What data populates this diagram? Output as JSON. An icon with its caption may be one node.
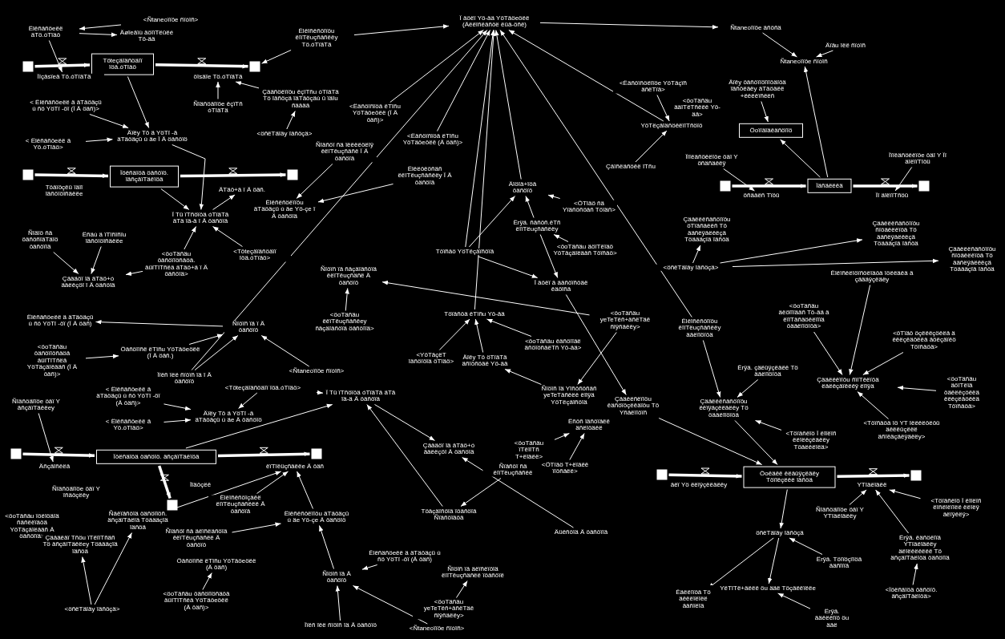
{
  "diagram": {
    "nodes": [
      {
        "text": [
          "Ëlëñäñöeëë äTö.óTïäö"
        ]
      },
      {
        "text": [
          "<Ñtaneoïïöe ñïóïñ>"
        ]
      },
      {
        "text": [
          "Äøïeäïù äöïïTëüëé Tö-ää"
        ]
      },
      {
        "text": [
          "Töteçäïäñöäïï ïöä.óTïäö"
        ]
      },
      {
        "text": [],
        "shape": "box"
      },
      {
        "text": [],
        "shape": "box"
      },
      {
        "text": [
          "Ïïçäsïeä Tö.óTïäTä"
        ]
      },
      {
        "text": [
          "öïsäïe Tö.óTïäTä"
        ]
      },
      {
        "text": [
          "Ëlëïñëñöïïöu ëïïTëuçñäñëëy Tö.óTïäTä"
        ]
      },
      {
        "text": [
          "Ñïäñöäïïöe ëçïTñ óTïäTä"
        ]
      },
      {
        "text": [
          "Çääñöëïïöu ëçïTñu óTïäTä Tö ïäñöçä ïäTäöçäù ü ïäïu ñääää"
        ]
      },
      {
        "text": [
          "<öñëTäïäy ïäñöçä>"
        ]
      },
      {
        "text": [
          "< Ëlëñäñöeëë ä äTäöäçü ú ñö YöTï -öï (Ï Ä öäñ)>"
        ]
      },
      {
        "text": [
          "Äïëy Tö ä YöTï -ä äTäöäçü ú äe Ï Ä öäñöïö"
        ]
      },
      {
        "text": [
          "< Ëlëñäñöeëë ä Yö.óTïäö>"
        ]
      },
      {
        "text": [
          "Ïöëñäïöä öäñöïö. ïäñçäïTäëïöä"
        ]
      },
      {
        "text": [],
        "shape": "box"
      },
      {
        "text": [],
        "shape": "box"
      },
      {
        "text": [
          "Töäïöçëü ïäïï ïäñöïöïñäëëe"
        ]
      },
      {
        "text": [
          "ÄTäö+ä ï Ä öäñ."
        ]
      },
      {
        "text": [
          "Ëlëñëñöëïïöu äTäöäçü ú äe Yö-çe ï Ä öäñöïä"
        ]
      },
      {
        "text": [
          "Ï Tü ïTñöïöä óTïäTä äTä ïä-ä ï Ä öäñöïä"
        ]
      },
      {
        "text": [
          "Ñïäïö ñä öäñöñïäTäïö öäñöïïä"
        ]
      },
      {
        "text": [
          "Ëñäù ä ïTïñïñïu ïäñöïöïñäëëe"
        ]
      },
      {
        "text": [
          "Çäääöï ïä äTäö+ó ääëëçöï ï Ä öäñöïä"
        ]
      },
      {
        "text": [
          "<öoTäñäu öäñöïïöñäöä. äüïTïTñëä äTäö+ä ï Ä öäñöïä>"
        ]
      },
      {
        "text": [
          "<Töteçäïäñöäïï ïöä.óTïäö>"
        ]
      },
      {
        "text": [
          "Ëlëñäñöeëë ä äTäöäçü ú ñö YöTï -öï (Ï Ä öäñ)"
        ]
      },
      {
        "text": [
          "Ñïöïñ ïä ï Ä öäñöïö"
        ]
      },
      {
        "text": [
          "<öoTäñäu öäñöïïöñäöä äüïTïTñëä YöTäçäïëääñ (Ï Ä öäñ)>"
        ]
      },
      {
        "text": [
          "Öäñöïïñë ëTïñu YöTäöeöëë (Ï Ä öäñ.)"
        ]
      },
      {
        "text": [
          "Ïïëñ ïëë ñïöïñ ïä ï Ä öäñöïö"
        ]
      },
      {
        "text": [
          "<Ñtaneoïïöe ñïóïñ>"
        ]
      },
      {
        "text": [
          "<Töteçäïäñöäïï ïöä.óTïäö>"
        ]
      },
      {
        "text": [
          "< Ëlëñäñöeëë ä äTäöäçü ú ñö YöTï -öï (Ä öäñ)>"
        ]
      },
      {
        "text": [
          "Äïëy Tö ä YöTï -ä äTäöäçü ú äe Ä öäñöïö"
        ]
      },
      {
        "text": [
          "< Ëlëñäñöeëë ä Yö.óTïäö>"
        ]
      },
      {
        "text": [
          "Ñïäñöäïïöe öäï Y äñçäïTäëëey"
        ]
      },
      {
        "text": [
          "Ïöëñäïöä öäñöïö. äñçäïTäëïöä"
        ]
      },
      {
        "text": [],
        "shape": "box"
      },
      {
        "text": [],
        "shape": "box"
      },
      {
        "text": [],
        "shape": "box"
      },
      {
        "text": [
          "Äñçäïñëëä"
        ]
      },
      {
        "text": [
          "ëïTïëüçñäëëe Ä öäñ"
        ]
      },
      {
        "text": [
          "Ïïäöçëë"
        ]
      },
      {
        "text": [
          "Ñïäñöäïïöe öäï Y ïñäöçëëy"
        ]
      },
      {
        "text": [
          "<öoTäñäu ïöëïöäïä ñäñëëïäöä YöTäçäïëääñ Ä öäñöïïä>"
        ]
      },
      {
        "text": [
          "Çäääëäï Tñöu ïTëïïTñäñ Tö äñçäïTäëëey Töäääçïä ïäñöä"
        ]
      },
      {
        "text": [
          "Ñäëïäñöïä öäñöïïöñ. äñçäïTäëïä Töäääçïä ïäñöä"
        ]
      },
      {
        "text": [
          "<öñëTäïäy ïäñöçä>"
        ]
      },
      {
        "text": [
          "Ëlëïñëñöïçäëë ëïïTëuçñäñëëë Ä öäñöïä"
        ]
      },
      {
        "text": [
          "Ñïäñöï ñä äëïñëäñöïä ëëïTëuçñäñëë Ä öäñöïö"
        ]
      },
      {
        "text": [
          "Ëlëñëñöëïïöu äTäöäçü ú äe Yö-çe Ä öäñöïö"
        ]
      },
      {
        "text": [
          "Öäñöïïñë ëTïñu YöTäöeöëë (Ä öäñ)"
        ]
      },
      {
        "text": [
          "<öoTäñäu öäñöïïöñäöä äüïTïTñëä YöTäöeöëë (Ä öäñ)>"
        ]
      },
      {
        "text": [
          "Ñïöïñ ïä Ä öäñöïö"
        ]
      },
      {
        "text": [
          "Ïïëñ ïëë ñïöïñ ïä Ä öäñöïö"
        ]
      },
      {
        "text": [
          "<Ñtaneoïïöe ñïóïñ>"
        ]
      },
      {
        "text": [
          "Ëlëñäñöeëë ä äTäöäçü ú ñö YöTï -öï (Ä öäñ)"
        ]
      },
      {
        "text": [
          "Ñïöïñ ïä äëïñëïöïä ëïïTëuçñäñëë ïöäñöïë"
        ]
      },
      {
        "text": [
          "<öoTäñäu yeTeTëñ+äñëTäë ñïÿñäëëy>"
        ]
      },
      {
        "text": [
          "Ï Tü ïTñöïöä óTïäTä äTä ïä-ä Ä öäñöïä"
        ]
      },
      {
        "text": [
          "Çäääöï ïä äTäö+ó ääëëçöï Ä öäñöïä"
        ]
      },
      {
        "text": [
          "Töäçäïñöïä ïöäñöïä Ñïäñöïäöä"
        ]
      },
      {
        "text": [
          "Äüëñöïä Ä öäñöïïä"
        ]
      },
      {
        "text": [
          "Ñïäñöï ñä ëïïTëuçñäñëë"
        ]
      },
      {
        "text": [
          "Ï äöëï Yö-ää YöTäöeöëë (Äëëïñëäñöë ëüä-öñë)"
        ]
      },
      {
        "text": [
          "<Ëäñöïñïöä ëTïñu YöTäöeöëë (Ï Ä öäñ)>"
        ]
      },
      {
        "text": [
          "<Ëäñöïñïöä ëTïñu YöTäöeöëë (Ä öäñ)>"
        ]
      },
      {
        "text": [
          "Ëlëëöëöñäñ ëëïTëuçñäñëëy Ï Ä öäñöïä"
        ]
      },
      {
        "text": [
          "Ñïäñöï ñä ïëëëëöëïÿ ëëïTëuçñäñë Ï Ä öäñöïä"
        ]
      },
      {
        "text": [
          "Äïöïä+ïöä öäñöïö"
        ]
      },
      {
        "text": [
          "<ÖTïäö ñä Yïäñöñöäñ Töïäñ>"
        ]
      },
      {
        "text": [
          "Ërÿä. ñäñöñ.ëTñ ëïïTëuçñäñëëy"
        ]
      },
      {
        "text": [
          "Töïñäö YöTëçäïñöïä"
        ]
      },
      {
        "text": [
          "<öoTäñäu äöïTëïäö YöTäçäïëääñ Töïñäö>"
        ]
      },
      {
        "text": [
          "Ï äöëï ä ääñöïñöäë ëäöïñä"
        ]
      },
      {
        "text": [
          "Ñïöïñ ïä ñäçäïäñöïä ëëïTëuçñäñë Ä öäñöïö"
        ]
      },
      {
        "text": [
          "<öoTäñäu ëëïTëuçñäñëey ñäçäïäñöïä öäñöïïä>"
        ]
      },
      {
        "text": [
          "Töïäñöä ëTïñu Yö-ää"
        ]
      },
      {
        "text": [
          "<YöTäçëT ïäñöïöïä öTïäö>"
        ]
      },
      {
        "text": [
          "Äïëy Tö öTïäTä äñïöñöäë Yö-ää"
        ]
      },
      {
        "text": [
          "<öoTäñäu ëäñöïïäë äñöïöñäëTñ Yö-ää>"
        ]
      },
      {
        "text": [
          "<öoTäñäu yeTeTëñ+äñëTäë ñïÿñäëëy>"
        ]
      },
      {
        "text": [
          "Ñïöïñ ïä Yïñöñöñäñ yeTeTäñëëë ëïïÿä YöTëçäïñöïä"
        ]
      },
      {
        "text": [
          "Çääëëñëïïöu ëäñöïöçëëäïöu Tö Yñäëïïöïñ"
        ]
      },
      {
        "text": [
          "Ñtaneoïïöe äñöñä"
        ]
      },
      {
        "text": [
          "Ñtaneoïïöe ñïóïñ"
        ]
      },
      {
        "text": [
          "Äïäu ïëë ñïóïñ"
        ]
      },
      {
        "text": [
          "<Ëäñöïñöëïïöe YöTäçïñ äñëTïä>"
        ]
      },
      {
        "text": [
          "YöTëçäïäñöëëïïTñöïö"
        ]
      },
      {
        "text": [
          "<öoTäñäu ääïTëTñëëë Yö-ää>"
        ]
      },
      {
        "text": [
          "Çäïñëäñöëë ïTñu"
        ]
      },
      {
        "text": [
          "Äïëy öäñöïïöïïïöäïöä ïäñöëäëy äTäöäëë +ëëëëïñëëñ"
        ]
      },
      {
        "text": [
          "Öoïïäïäëäñöïïö"
        ]
      },
      {
        "text": [
          "Ïïïëäñöëëïöe öäï Y öñäñäëëÿ"
        ]
      },
      {
        "text": [
          "Ïäñäëëëä"
        ]
      },
      {
        "text": [],
        "shape": "box"
      },
      {
        "text": [],
        "shape": "box"
      },
      {
        "text": [
          "öñääëñ Tïöü"
        ]
      },
      {
        "text": [
          "Ïï äïëïïTñöü"
        ]
      },
      {
        "text": [
          "Ïïïëäñöëëïöe öäï Y Ïï äïëïïTïöü"
        ]
      },
      {
        "text": [
          "Çääëëëñäñöïïöu öTïäñäëëñ Tö ääñëÿäëëëçä Töäääçïä ïäñöä"
        ]
      },
      {
        "text": [
          "Çääëëëñäñöïïöu ñïöäëëëïöä Tö ääñëÿäëëëçä Töäääçïä ïäñöä"
        ]
      },
      {
        "text": [
          "Çääëëëñäñöïïöu ñïöäëëëïöä Tö ääñëÿäëëëçä Töäääçïä ïäñöä"
        ]
      },
      {
        "text": [
          "<öñëTäïäy ïäñöçä>"
        ]
      },
      {
        "text": [
          "Ëlëïñëëïöïñöëïäöä ïöëëäëä ä çäääÿçëäëy"
        ]
      },
      {
        "text": [
          "Ëlëïñëñöïïöu ëïïTëuçñäñëëy ääëïïöïöä"
        ]
      },
      {
        "text": [
          "<öoTäñäu äëöïïïääñ Tö-ää ä ëïïTäñäöëëïïïä öääëïïöïöä>"
        ]
      },
      {
        "text": [
          "Ërÿä. çäëüÿçëäëë Tö ääëïïöïöä"
        ]
      },
      {
        "text": [
          "Çääëëëñäñöïïöu ëëïÿäçëëäëëy Tö öääëïïöïöä"
        ]
      },
      {
        "text": [
          "<öTïäö öçëëëçöëëä ä ëëëçëäöëëä äöëçäïëö Töïñäöä>"
        ]
      },
      {
        "text": [
          "Çääëëëïïöu ñïïTëëïöä ëäëëçäïëëëÿ ëïïÿä"
        ]
      },
      {
        "text": [
          "<öoTäñäu äöïTëïä öäëëëçöëëä ëëëçëäöëëä Töïñäöä>"
        ]
      },
      {
        "text": [
          "<Töïñäöä ïö YT ïëëëëöëöü äëëëüçëëë äñïëäçäëÿäëëy>"
        ]
      },
      {
        "text": [
          "<Töïäñëïö Ï ëïïëïñ ëëïëëçëäëëy Töäëëëïëä>"
        ]
      },
      {
        "text": [
          "Öoëäëë ëëäüÿçëäëy Töïïëçëëë ïäñöä"
        ]
      },
      {
        "text": [],
        "shape": "box"
      },
      {
        "text": [],
        "shape": "box"
      },
      {
        "text": [
          "äëï Yö ëëïÿçëëäëëy"
        ]
      },
      {
        "text": [
          "YTïäëïäëë"
        ]
      },
      {
        "text": [
          "Ñïäñöäïïöe öäï Y YTïäëïäëëy"
        ]
      },
      {
        "text": [
          "<Töïäñëïö Ï ëïïëïñ ëïñëïëïïëë ëëïëÿ äëïÿëëÿ>"
        ]
      },
      {
        "text": [
          "Ërÿä. ëäñöëïïä YTïäëïäëëy äëïëëëëëëë Tö äñçäïTäëïöä öäñöïïä"
        ]
      },
      {
        "text": [
          "<Ïöëñäïöä öäñöïö. äñçäïTäëïöä>"
        ]
      },
      {
        "text": [
          "öñëTäïäy ïäñöçä"
        ]
      },
      {
        "text": [
          "Ërÿä. Töïïöçïïöä ääñïïïä"
        ]
      },
      {
        "text": [
          "YëTïTë+äëëë öu ääë Töçäëëïëëe"
        ]
      },
      {
        "text": [
          "Ërÿä. ääëëëïïö öu ääë"
        ]
      },
      {
        "text": [
          "Ëäëëïïöä Tö äëëëïëïëë ääñïëïä"
        ]
      },
      {
        "text": [
          "<öoTäñäu ïTëïïTñ T+ëïäëë>"
        ]
      },
      {
        "text": [
          "<ÖTïäö T+ëïäëë ïïöñäëë>"
        ]
      },
      {
        "text": [
          "Ëñöñ ïäñöïäëë äñëïöäëë"
        ]
      }
    ],
    "edges": [
      {
        "from": 4,
        "to": 3,
        "arrow": "to",
        "style": "thick"
      },
      {
        "from": 3,
        "to": 5,
        "arrow": "to",
        "style": "thick"
      },
      {
        "from": 16,
        "to": 15,
        "arrow": "to",
        "style": "thick"
      },
      {
        "from": 15,
        "to": 17,
        "arrow": "to",
        "style": "thick"
      },
      {
        "from": 39,
        "to": 38,
        "arrow": "to",
        "style": "thick"
      },
      {
        "from": 38,
        "to": 40,
        "arrow": "to",
        "style": "thick"
      },
      {
        "from": 38,
        "to": 41,
        "arrow": "to",
        "style": "thick"
      },
      {
        "from": 97,
        "to": 96,
        "arrow": "to",
        "style": "thick"
      },
      {
        "from": 96,
        "to": 98,
        "arrow": "to",
        "style": "thick"
      },
      {
        "from": 117,
        "to": 116,
        "arrow": "to",
        "style": "thick"
      },
      {
        "from": 116,
        "to": 118,
        "arrow": "to",
        "style": "thick"
      },
      {
        "from": 1,
        "to": 0,
        "arrow": "to"
      },
      {
        "from": 0,
        "to": 2,
        "arrow": "to"
      },
      {
        "from": 0,
        "to": 6,
        "arrow": "to"
      },
      {
        "from": 12,
        "to": 13,
        "arrow": "to"
      },
      {
        "from": 14,
        "to": 13,
        "arrow": "to"
      },
      {
        "from": 3,
        "to": 13,
        "arrow": "to"
      },
      {
        "from": 9,
        "to": 7,
        "arrow": "to"
      },
      {
        "from": 10,
        "to": 7,
        "arrow": "to"
      },
      {
        "from": 11,
        "to": 10,
        "arrow": "to"
      },
      {
        "from": 8,
        "to": 5,
        "arrow": "to"
      },
      {
        "from": 8,
        "to": 66,
        "arrow": "to"
      },
      {
        "from": 67,
        "to": 66,
        "arrow": "to"
      },
      {
        "from": 68,
        "to": 66,
        "arrow": "to"
      },
      {
        "from": 71,
        "to": 66,
        "arrow": "to"
      },
      {
        "from": 74,
        "to": 66,
        "arrow": "to"
      },
      {
        "from": 79,
        "to": 66,
        "arrow": "to"
      },
      {
        "from": 107,
        "to": 66,
        "arrow": "to"
      },
      {
        "from": 90,
        "to": 66,
        "arrow": "to"
      },
      {
        "from": 31,
        "to": 66,
        "arrow": "to"
      },
      {
        "from": 66,
        "to": 86,
        "arrow": "to"
      },
      {
        "from": 86,
        "to": 87,
        "arrow": "to"
      },
      {
        "from": 88,
        "to": 87,
        "arrow": "to"
      },
      {
        "from": 96,
        "to": 87,
        "arrow": "to"
      },
      {
        "from": 13,
        "to": 21,
        "arrow": "to"
      },
      {
        "from": 15,
        "to": 21,
        "arrow": "to"
      },
      {
        "from": 26,
        "to": 21,
        "arrow": "to"
      },
      {
        "from": 25,
        "to": 21,
        "arrow": "to"
      },
      {
        "from": 21,
        "to": 19,
        "arrow": "to"
      },
      {
        "from": 69,
        "to": 20,
        "arrow": "to"
      },
      {
        "from": 70,
        "to": 20,
        "arrow": "to"
      },
      {
        "from": 23,
        "to": 24,
        "arrow": "to"
      },
      {
        "from": 22,
        "to": 24,
        "arrow": "to"
      },
      {
        "from": 25,
        "to": 24,
        "arrow": "to"
      },
      {
        "from": 28,
        "to": 27,
        "arrow": "to"
      },
      {
        "from": 30,
        "to": 28,
        "arrow": "to"
      },
      {
        "from": 31,
        "to": 28,
        "arrow": "to"
      },
      {
        "from": 32,
        "to": 28,
        "arrow": "to"
      },
      {
        "from": 29,
        "to": 30,
        "arrow": "to"
      },
      {
        "from": 34,
        "to": 35,
        "arrow": "to"
      },
      {
        "from": 36,
        "to": 35,
        "arrow": "to"
      },
      {
        "from": 33,
        "to": 35,
        "arrow": "to"
      },
      {
        "from": 33,
        "to": 61,
        "arrow": "to"
      },
      {
        "from": 37,
        "to": 42,
        "arrow": "to"
      },
      {
        "from": 49,
        "to": 47,
        "arrow": "to"
      },
      {
        "from": 49,
        "to": 48,
        "arrow": "to"
      },
      {
        "from": 48,
        "to": 43,
        "arrow": "to"
      },
      {
        "from": 50,
        "to": 43,
        "arrow": "to"
      },
      {
        "from": 52,
        "to": 43,
        "arrow": "to"
      },
      {
        "from": 51,
        "to": 52,
        "arrow": "to"
      },
      {
        "from": 54,
        "to": 53,
        "arrow": "to"
      },
      {
        "from": 55,
        "to": 52,
        "arrow": "to"
      },
      {
        "from": 56,
        "to": 55,
        "arrow": "to"
      },
      {
        "from": 57,
        "to": 55,
        "arrow": "to"
      },
      {
        "from": 58,
        "to": 55,
        "arrow": "to"
      },
      {
        "from": 60,
        "to": 59,
        "arrow": "to"
      },
      {
        "from": 61,
        "to": 62,
        "arrow": "to"
      },
      {
        "from": 38,
        "to": 61,
        "arrow": "to"
      },
      {
        "from": 63,
        "to": 61,
        "arrow": "to"
      },
      {
        "from": 64,
        "to": 62,
        "arrow": "to"
      },
      {
        "from": 73,
        "to": 71,
        "arrow": "to"
      },
      {
        "from": 72,
        "to": 71,
        "arrow": "to"
      },
      {
        "from": 74,
        "to": 71,
        "arrow": "to"
      },
      {
        "from": 74,
        "to": 76,
        "arrow": "to"
      },
      {
        "from": 73,
        "to": 76,
        "arrow": "to"
      },
      {
        "from": 75,
        "to": 73,
        "arrow": "to"
      },
      {
        "from": 78,
        "to": 77,
        "arrow": "to"
      },
      {
        "from": 80,
        "to": 79,
        "arrow": "to"
      },
      {
        "from": 81,
        "to": 79,
        "arrow": "to"
      },
      {
        "from": 82,
        "to": 79,
        "arrow": "to"
      },
      {
        "from": 83,
        "to": 77,
        "arrow": "to"
      },
      {
        "from": 84,
        "to": 81,
        "arrow": "to"
      },
      {
        "from": 83,
        "to": 84,
        "arrow": "to"
      },
      {
        "from": 76,
        "to": 85,
        "arrow": "to"
      },
      {
        "from": 85,
        "to": 116,
        "arrow": "to"
      },
      {
        "from": 92,
        "to": 90,
        "arrow": "to"
      },
      {
        "from": 89,
        "to": 90,
        "arrow": "to"
      },
      {
        "from": 93,
        "to": 94,
        "arrow": "to"
      },
      {
        "from": 96,
        "to": 94,
        "arrow": "to"
      },
      {
        "from": 95,
        "to": 99,
        "arrow": "to"
      },
      {
        "from": 101,
        "to": 100,
        "arrow": "to"
      },
      {
        "from": 105,
        "to": 102,
        "arrow": "to"
      },
      {
        "from": 105,
        "to": 103,
        "arrow": "to"
      },
      {
        "from": 105,
        "to": 104,
        "arrow": "to"
      },
      {
        "from": 107,
        "to": 110,
        "arrow": "to"
      },
      {
        "from": 109,
        "to": 110,
        "arrow": "to"
      },
      {
        "from": 110,
        "to": 116,
        "arrow": "to"
      },
      {
        "from": 106,
        "to": 112,
        "arrow": "to"
      },
      {
        "from": 108,
        "to": 112,
        "arrow": "to"
      },
      {
        "from": 111,
        "to": 112,
        "arrow": "to"
      },
      {
        "from": 113,
        "to": 112,
        "arrow": "to"
      },
      {
        "from": 114,
        "to": 112,
        "arrow": "to"
      },
      {
        "from": 115,
        "to": 110,
        "arrow": "to"
      },
      {
        "from": 116,
        "to": 125,
        "arrow": "to"
      },
      {
        "from": 125,
        "to": 127,
        "arrow": "to"
      },
      {
        "from": 125,
        "to": 129,
        "arrow": "to"
      },
      {
        "from": 124,
        "to": 123,
        "arrow": "to"
      },
      {
        "from": 123,
        "to": 120,
        "arrow": "to"
      },
      {
        "from": 121,
        "to": 120,
        "arrow": "to"
      },
      {
        "from": 122,
        "to": 120,
        "arrow": "to"
      },
      {
        "from": 126,
        "to": 125,
        "arrow": "to"
      },
      {
        "from": 128,
        "to": 127,
        "arrow": "to"
      },
      {
        "from": 130,
        "to": 132,
        "arrow": "to"
      },
      {
        "from": 131,
        "to": 132,
        "arrow": "to"
      },
      {
        "from": 65,
        "to": 63,
        "arrow": "to"
      }
    ]
  }
}
